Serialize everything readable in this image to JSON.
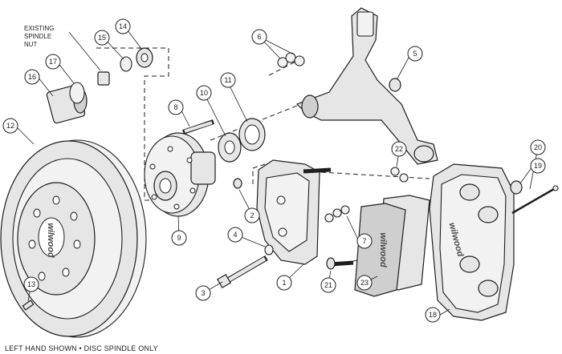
{
  "caption": "LEFT HAND SHOWN • DISC SPINDLE ONLY",
  "note_existing_spindle_nut": [
    "EXISTING",
    "SPINDLE",
    "NUT"
  ],
  "brand_mark": "wilwood",
  "callouts": {
    "c1": "1",
    "c2": "2",
    "c3": "3",
    "c4": "4",
    "c5": "5",
    "c6": "6",
    "c7": "7",
    "c8": "8",
    "c9": "9",
    "c10": "10",
    "c11": "11",
    "c12": "12",
    "c13": "13",
    "c14": "14",
    "c15": "15",
    "c16": "16",
    "c17": "17",
    "c18": "18",
    "c19": "19",
    "c20": "20",
    "c21": "21",
    "c22": "22",
    "c23": "23"
  }
}
